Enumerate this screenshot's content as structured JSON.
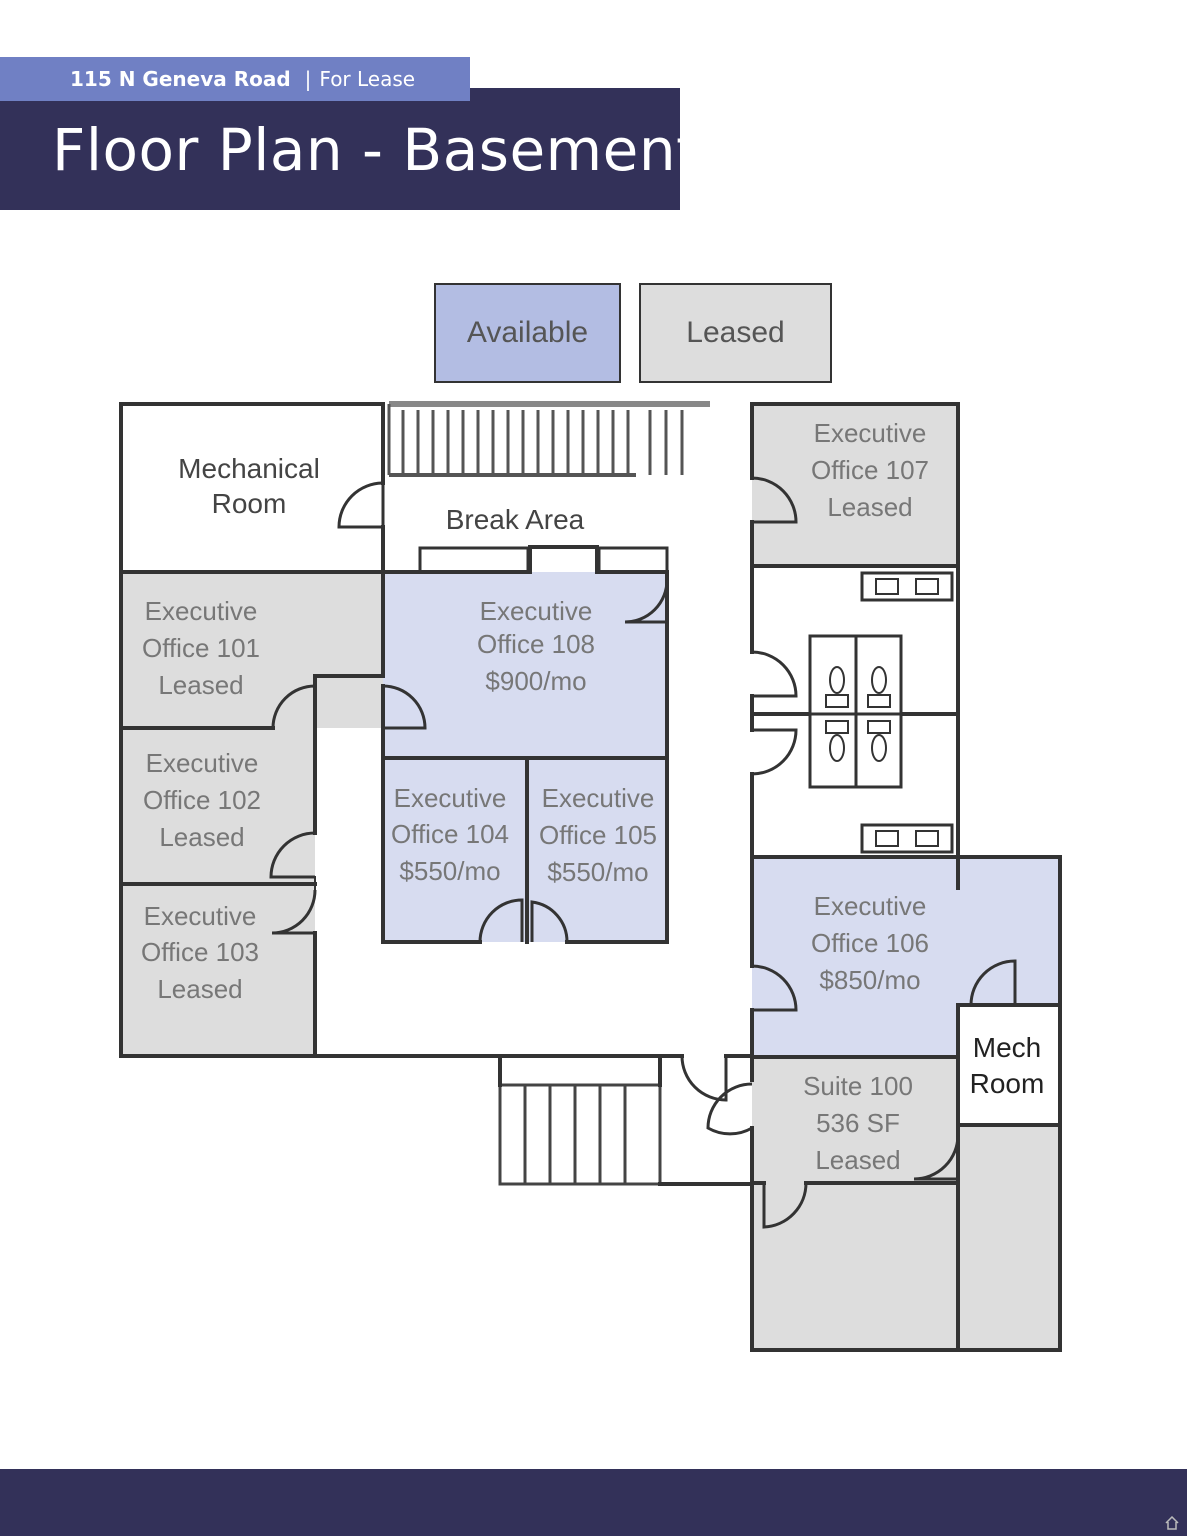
{
  "header": {
    "address": "115 N Geneva Road",
    "separator": "|",
    "status": "For Lease",
    "title": "Floor Plan - Basement"
  },
  "legend": {
    "available": "Available",
    "leased": "Leased"
  },
  "colors": {
    "navy": "#333159",
    "tab_blue": "#7080c4",
    "available_fill": "#d7dcf0",
    "legend_available": "#b3bde3",
    "leased_fill": "#dddddd",
    "wall": "#333333"
  },
  "rooms": {
    "mechanical": {
      "line1": "Mechanical",
      "line2": "Room"
    },
    "break_area": {
      "line1": "Break Area"
    },
    "office_107": {
      "line1": "Executive",
      "line2": "Office 107",
      "line3": "Leased"
    },
    "office_101": {
      "line1": "Executive",
      "line2": "Office 101",
      "line3": "Leased"
    },
    "office_102": {
      "line1": "Executive",
      "line2": "Office 102",
      "line3": "Leased"
    },
    "office_103": {
      "line1": "Executive",
      "line2": "Office 103",
      "line3": "Leased"
    },
    "office_108": {
      "line1": "Executive",
      "line2": "Office 108",
      "line3": "$900/mo"
    },
    "office_104": {
      "line1": "Executive",
      "line2": "Office 104",
      "line3": "$550/mo"
    },
    "office_105": {
      "line1": "Executive",
      "line2": "Office 105",
      "line3": "$550/mo"
    },
    "office_106": {
      "line1": "Executive",
      "line2": "Office 106",
      "line3": "$850/mo"
    },
    "mech_room": {
      "line1": "Mech",
      "line2": "Room"
    },
    "suite_100": {
      "line1": "Suite 100",
      "line2": "536 SF",
      "line3": "Leased"
    }
  }
}
